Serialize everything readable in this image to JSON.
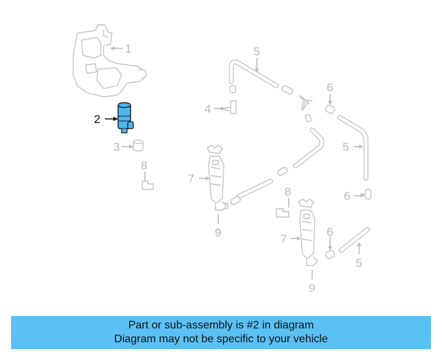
{
  "diagram": {
    "highlight_color": "#4db8ee",
    "callouts": [
      {
        "id": "c1",
        "text": "1",
        "active": false
      },
      {
        "id": "c2",
        "text": "2",
        "active": true
      },
      {
        "id": "c3",
        "text": "3",
        "active": false
      },
      {
        "id": "c4",
        "text": "4",
        "active": false
      },
      {
        "id": "c5a",
        "text": "5",
        "active": false
      },
      {
        "id": "c5b",
        "text": "5",
        "active": false
      },
      {
        "id": "c5c",
        "text": "5",
        "active": false
      },
      {
        "id": "c6a",
        "text": "6",
        "active": false
      },
      {
        "id": "c6b",
        "text": "6",
        "active": false
      },
      {
        "id": "c6c",
        "text": "6",
        "active": false
      },
      {
        "id": "c7a",
        "text": "7",
        "active": false
      },
      {
        "id": "c7b",
        "text": "7",
        "active": false
      },
      {
        "id": "c8a",
        "text": "8",
        "active": false
      },
      {
        "id": "c8b",
        "text": "8",
        "active": false
      },
      {
        "id": "c9a",
        "text": "9",
        "active": false
      },
      {
        "id": "c9b",
        "text": "9",
        "active": false
      }
    ]
  },
  "banner": {
    "line1": "Part or sub-assembly is #2 in diagram",
    "line2": "Diagram may not be specific to your vehicle",
    "background": "#5bc1f4"
  }
}
